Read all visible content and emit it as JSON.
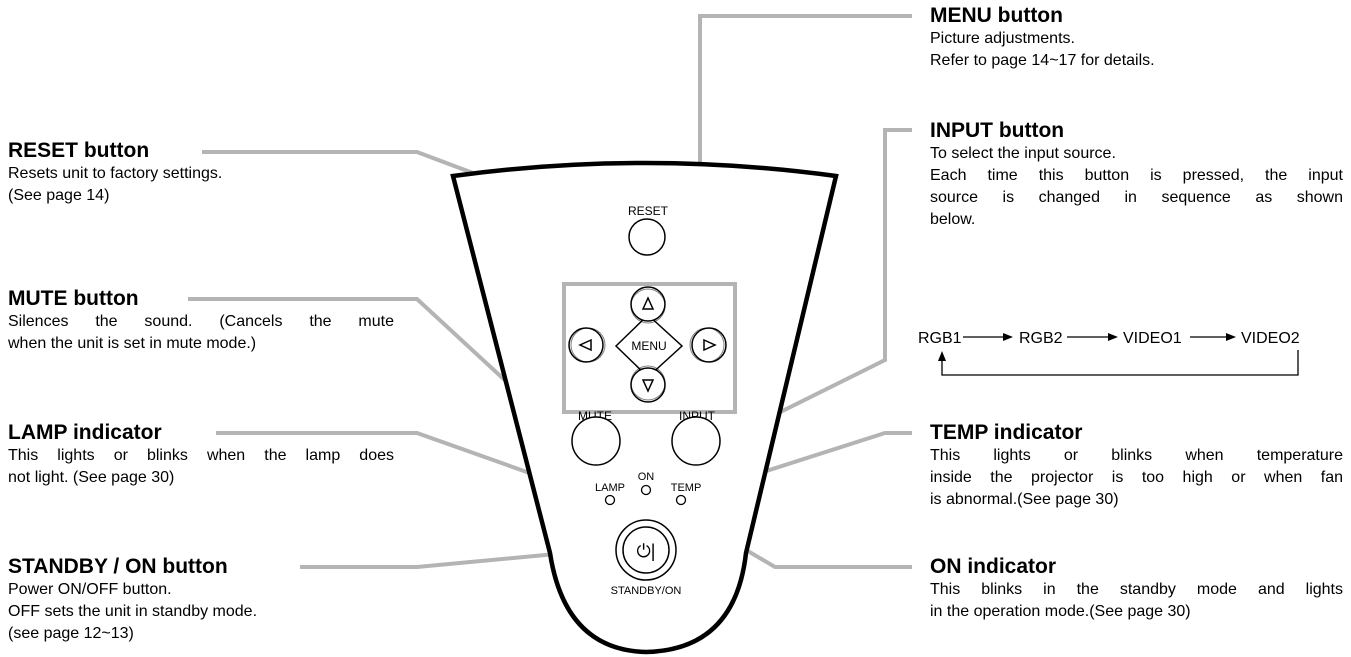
{
  "callouts": {
    "menu": {
      "title": "MENU button",
      "lines": [
        "Picture adjustments.",
        "Refer to page 14~17 for details."
      ]
    },
    "reset": {
      "title": "RESET button",
      "lines": [
        "Resets unit to factory settings.",
        "(See page 14)"
      ]
    },
    "input": {
      "title": "INPUT button",
      "lines": [
        "To select the input source.",
        "Each time this button is pressed, the input",
        "source is changed in sequence as shown",
        "below."
      ]
    },
    "mute": {
      "title": "MUTE button",
      "lines": [
        "Silences the sound. (Cancels the mute",
        "when the unit is set in mute mode.)"
      ]
    },
    "lamp": {
      "title": "LAMP indicator",
      "lines": [
        "This lights or blinks when the lamp does",
        "not light. (See page 30)"
      ]
    },
    "temp": {
      "title": "TEMP indicator",
      "lines": [
        "This lights or blinks when temperature",
        "inside the projector is too high or when fan",
        "is abnormal.(See page 30)"
      ]
    },
    "standby": {
      "title": "STANDBY / ON button",
      "lines": [
        "Power ON/OFF button.",
        "OFF sets the unit in standby mode.",
        "(see page 12~13)"
      ]
    },
    "on": {
      "title": "ON indicator",
      "lines": [
        "This blinks in the standby mode and lights",
        "in the operation mode.(See page 30)"
      ]
    }
  },
  "input_sequence": [
    "RGB1",
    "RGB2",
    "VIDEO1",
    "VIDEO2"
  ],
  "remote_labels": {
    "reset": "RESET",
    "menu": "MENU",
    "mute": "MUTE",
    "input": "INPUT",
    "lamp": "LAMP",
    "on": "ON",
    "temp": "TEMP",
    "standby": "STANDBY/ON",
    "power_symbol": "⏻|"
  },
  "colors": {
    "leader_line": "#b4b4b4",
    "outline": "#000000"
  },
  "icons": [
    "up-arrow-icon",
    "down-arrow-icon",
    "left-arrow-icon",
    "right-arrow-icon",
    "power-icon"
  ]
}
